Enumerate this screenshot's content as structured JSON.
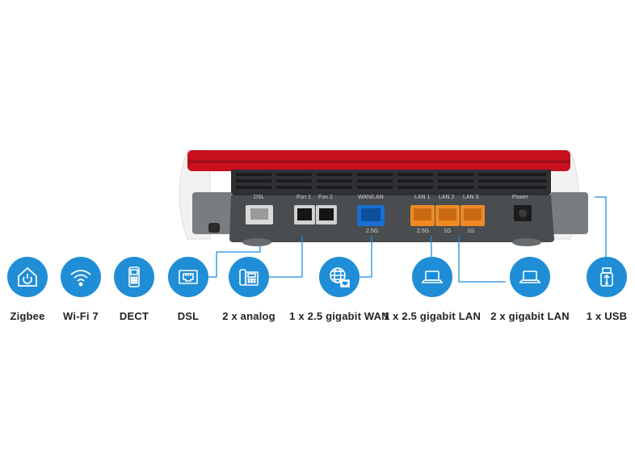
{
  "ports": {
    "dsl": "DSL",
    "fon1": "Fon 1",
    "fon2": "Fon 2",
    "wanlan": "WAN/LAN",
    "wan_speed": "2.5G",
    "lan1": "LAN 1",
    "lan2": "LAN 2",
    "lan3": "LAN 3",
    "lan1_speed": "2.5G",
    "lan2_speed": "1G",
    "lan3_speed": "1G",
    "power": "Power"
  },
  "features": [
    {
      "label": "Zigbee",
      "icon": "home-power-icon"
    },
    {
      "label": "Wi-Fi 7",
      "icon": "wifi-icon"
    },
    {
      "label": "DECT",
      "icon": "cordless-phone-icon"
    },
    {
      "label": "DSL",
      "icon": "dsl-port-icon"
    },
    {
      "label": "2 x analog",
      "icon": "analog-phone-icon"
    },
    {
      "label": "1 x 2.5 gigabit WAN",
      "icon": "globe-icon"
    },
    {
      "label": "1 x 2.5 gigabit LAN",
      "icon": "laptop-icon"
    },
    {
      "label": "2 x gigabit LAN",
      "icon": "laptop-icon"
    },
    {
      "label": "1 x USB",
      "icon": "usb-stick-icon"
    }
  ],
  "colors": {
    "accent": "#1f8ed6",
    "router_red": "#c8101e",
    "router_body": "#4a4d50",
    "lan_orange": "#f08a24",
    "wan_blue": "#1a6fd0"
  }
}
